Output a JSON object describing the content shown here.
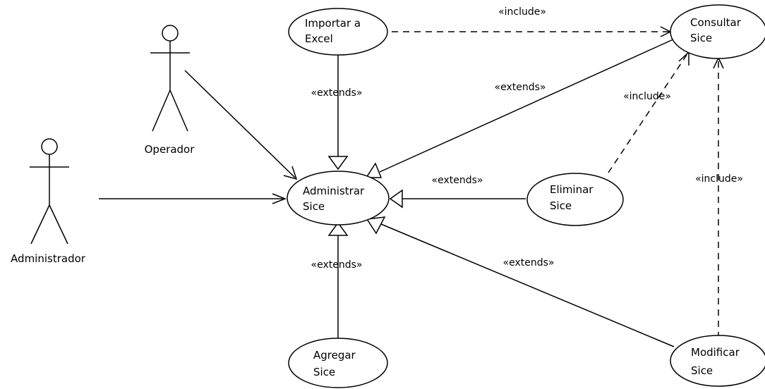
{
  "actors": {
    "operador": "Operador",
    "administrador": "Administrador"
  },
  "use_cases": {
    "importar": [
      "Importar a",
      "Excel"
    ],
    "consultar": [
      "Consultar",
      "Sice"
    ],
    "administrar": [
      "Administrar",
      "Sice"
    ],
    "eliminar": [
      "Eliminar",
      "Sice"
    ],
    "agregar": [
      "Agregar",
      "Sice"
    ],
    "modificar": [
      "Modificar",
      "Sice"
    ]
  },
  "relations": {
    "include_importar_consultar": "«include»",
    "extends_importar_administrar": "«extends»",
    "extends_consultar_administrar": "«extends»",
    "include_eliminar_consultar": "«include»",
    "extends_eliminar_administrar": "«extends»",
    "include_modificar_consultar": "«include»",
    "extends_agregar_administrar": "«extends»",
    "extends_modificar_administrar": "«extends»"
  }
}
